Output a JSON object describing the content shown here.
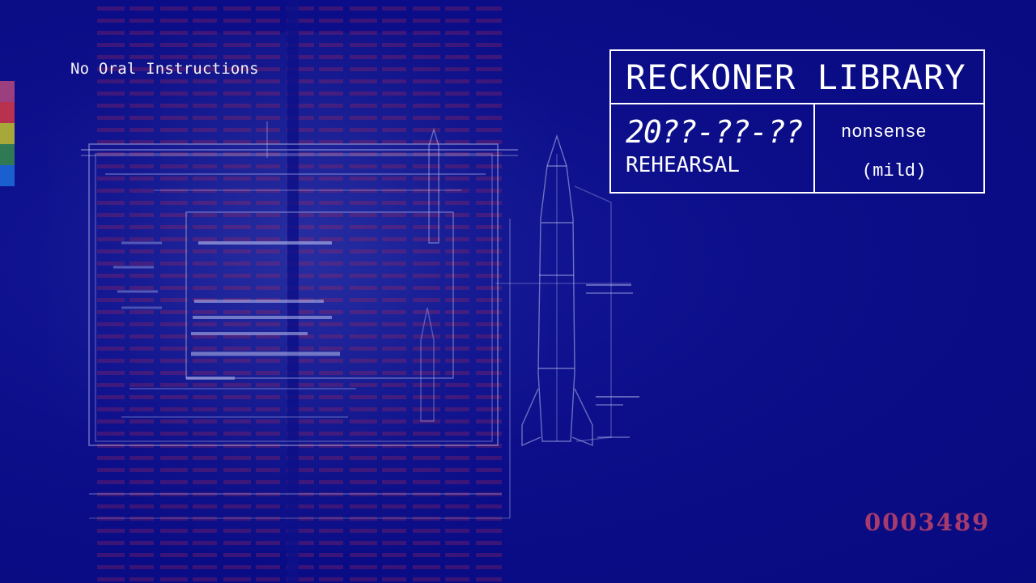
{
  "header": {
    "instruction_note": "No Oral Instructions"
  },
  "title_card": {
    "title": "RECKONER LIBRARY",
    "date": "20??-??-??",
    "subtitle": "REHEARSAL",
    "rating": "nonsense",
    "rating_qualifier": "(mild)"
  },
  "footer": {
    "counter": "0003489"
  },
  "colors": {
    "background": "#0a0b86",
    "text": "#ffffff",
    "counter": "#a83a6c",
    "blueprint_lines": "#c8cdf5",
    "typewriter_red": "#be2850"
  },
  "color_strip": [
    "#9b3f7e",
    "#b8314f",
    "#a7a73a",
    "#2f7a55",
    "#1a5fd0"
  ],
  "background_image": {
    "icon": "rocket-blueprint-illustration"
  }
}
